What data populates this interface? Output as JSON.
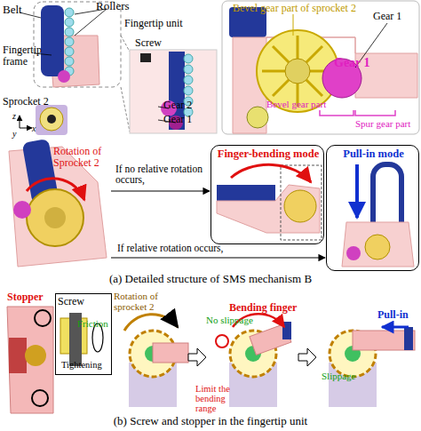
{
  "diagram": {
    "nodes": [
      {
        "text": [
          "Finger-bending mode"
        ]
      },
      {
        "text": [
          "Pull-in mode"
        ]
      },
      {
        "text": [
          "Screw",
          "Friction",
          "Tightening"
        ]
      }
    ],
    "labels": [
      "Belt",
      "Rollers",
      "Fingertip unit",
      "Screw",
      "Fingertip frame",
      "Sprocket 2",
      "Gear 2",
      "Gear 1",
      "z",
      "x",
      "y",
      "Bevel gear part of sprocket 2",
      "Gear 1",
      "Gear 1",
      "Bevel gear part",
      "Spur gear part",
      "Rotation of Sprocket 2",
      "If no relative rotation occurs,",
      "If relative rotation occurs,",
      "(a) Detailed structure of SMS mechanism B",
      "Stopper",
      "Rotation of sprocket 2",
      "Bending finger",
      "No slippage",
      "Limit the bending range",
      "Pull-in",
      "Slippage",
      "(b) Screw and stopper in the fingertip unit"
    ]
  }
}
